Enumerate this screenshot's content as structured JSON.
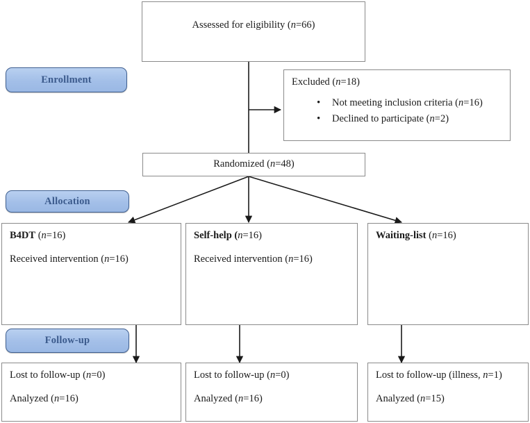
{
  "diagram": {
    "title": "CONSORT participant flow diagram",
    "line_color": "#1a1a1a",
    "box_border_color": "#8a8a8a",
    "badge_fill": "#a3bfe8",
    "badge_border": "#3f5f90",
    "badge_text_color": "#3b5a8c"
  },
  "stages": [
    {
      "label": "Enrollment"
    },
    {
      "label": "Allocation"
    },
    {
      "label": "Follow-up"
    }
  ],
  "nodes": {
    "assessed": {
      "text_prefix": "Assessed for eligibility (",
      "italic_n": "n",
      "text_suffix": "=66)"
    },
    "excluded": {
      "heading_prefix": "Excluded (",
      "italic_n": "n",
      "heading_suffix": "=18)",
      "items": [
        {
          "prefix": "Not meeting inclusion criteria (",
          "italic_n": "n",
          "suffix": "=16)"
        },
        {
          "prefix": "Declined to participate (",
          "italic_n": "n",
          "suffix": "=2)"
        }
      ]
    },
    "randomized": {
      "text_prefix": "Randomized (",
      "italic_n": "n",
      "text_suffix": "=48)"
    }
  },
  "allocation": [
    {
      "group": "B4DT",
      "group_n_prefix": " (",
      "italic_n": "n",
      "group_n_suffix": "=16)",
      "detail_prefix": "Received intervention (",
      "detail_italic_n": "n",
      "detail_suffix": "=16)"
    },
    {
      "group": "Self-help",
      "group_n_prefix": " (",
      "italic_n": "n",
      "group_n_suffix": "=16)",
      "detail_prefix": "Received intervention (",
      "detail_italic_n": "n",
      "detail_suffix": "=16)"
    },
    {
      "group": "Waiting-list",
      "group_n_prefix": " (",
      "italic_n": "n",
      "group_n_suffix": "=16)",
      "detail_prefix": "",
      "detail_italic_n": "",
      "detail_suffix": ""
    }
  ],
  "followup": [
    {
      "lost_prefix": "Lost to follow-up (",
      "lost_italic_n": "n",
      "lost_suffix": "=0)",
      "analyzed_prefix": "Analyzed (",
      "analyzed_italic_n": "n",
      "analyzed_suffix": "=16)"
    },
    {
      "lost_prefix": "Lost to follow-up (",
      "lost_italic_n": "n",
      "lost_suffix": "=0)",
      "analyzed_prefix": "Analyzed (",
      "analyzed_italic_n": "n",
      "analyzed_suffix": "=16)"
    },
    {
      "lost_prefix": "Lost to follow-up (illness, ",
      "lost_italic_n": "n",
      "lost_suffix": "=1)",
      "analyzed_prefix": "Analyzed (",
      "analyzed_italic_n": "n",
      "analyzed_suffix": "=15)"
    }
  ]
}
